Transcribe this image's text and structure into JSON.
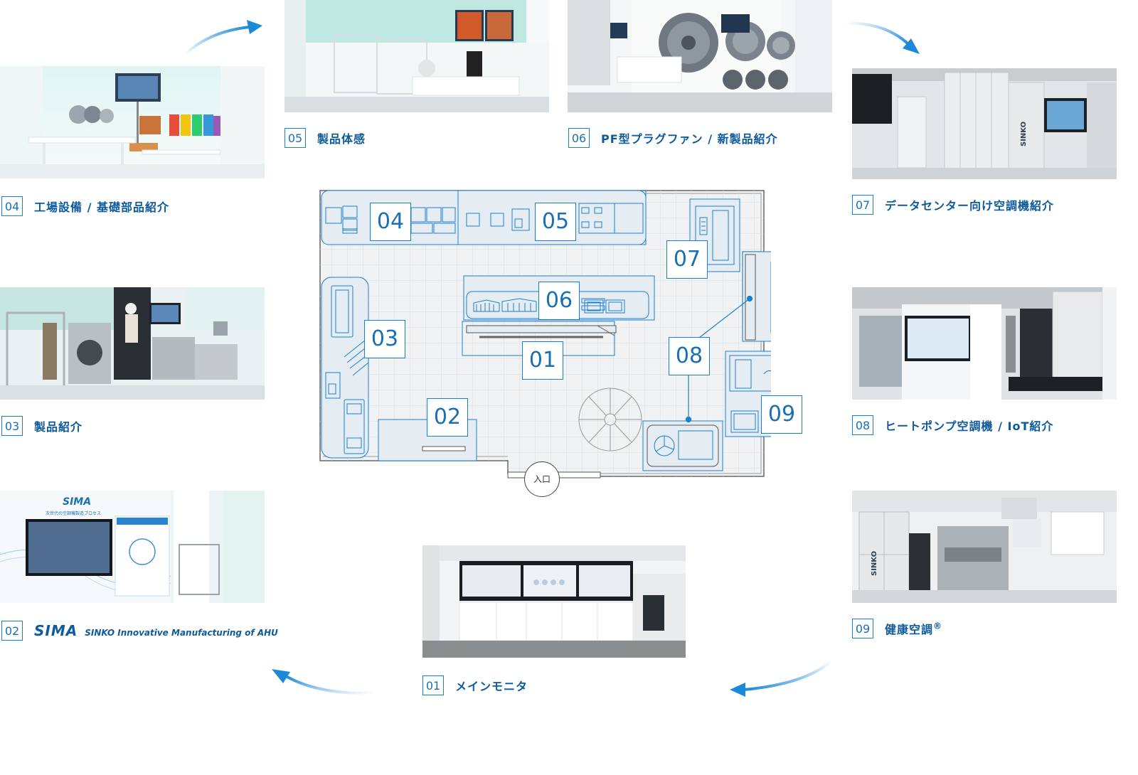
{
  "stations": [
    {
      "id": "01",
      "number": "01",
      "label": "メインモニタ"
    },
    {
      "id": "02",
      "number": "02",
      "label_main": "SIMA",
      "label_sub": "SINKO Innovative Manufacturing of AHU"
    },
    {
      "id": "03",
      "number": "03",
      "label": "製品紹介"
    },
    {
      "id": "04",
      "number": "04",
      "label": "工場設備 / 基礎部品紹介"
    },
    {
      "id": "05",
      "number": "05",
      "label": "製品体感"
    },
    {
      "id": "06",
      "number": "06",
      "label": "PF型プラグファン / 新製品紹介"
    },
    {
      "id": "07",
      "number": "07",
      "label": "データセンター向け空調機紹介"
    },
    {
      "id": "08",
      "number": "08",
      "label": "ヒートポンプ空調機 / IoT紹介"
    },
    {
      "id": "09",
      "number": "09",
      "label": "健康空調",
      "label_mark": "®"
    }
  ],
  "floorplan": {
    "entrance_label": "入口",
    "tags": [
      "04",
      "05",
      "07",
      "06",
      "03",
      "01",
      "08",
      "02",
      "09"
    ]
  },
  "photos": {
    "p02_brand": "SIMA",
    "p02_subtitle": "次世代の空調機製造プロセス",
    "cabinet_brand": "SINKO"
  },
  "colors": {
    "accent": "#1a7fd0",
    "text": "#0d5a9c",
    "arrow": "#1e88d8"
  }
}
